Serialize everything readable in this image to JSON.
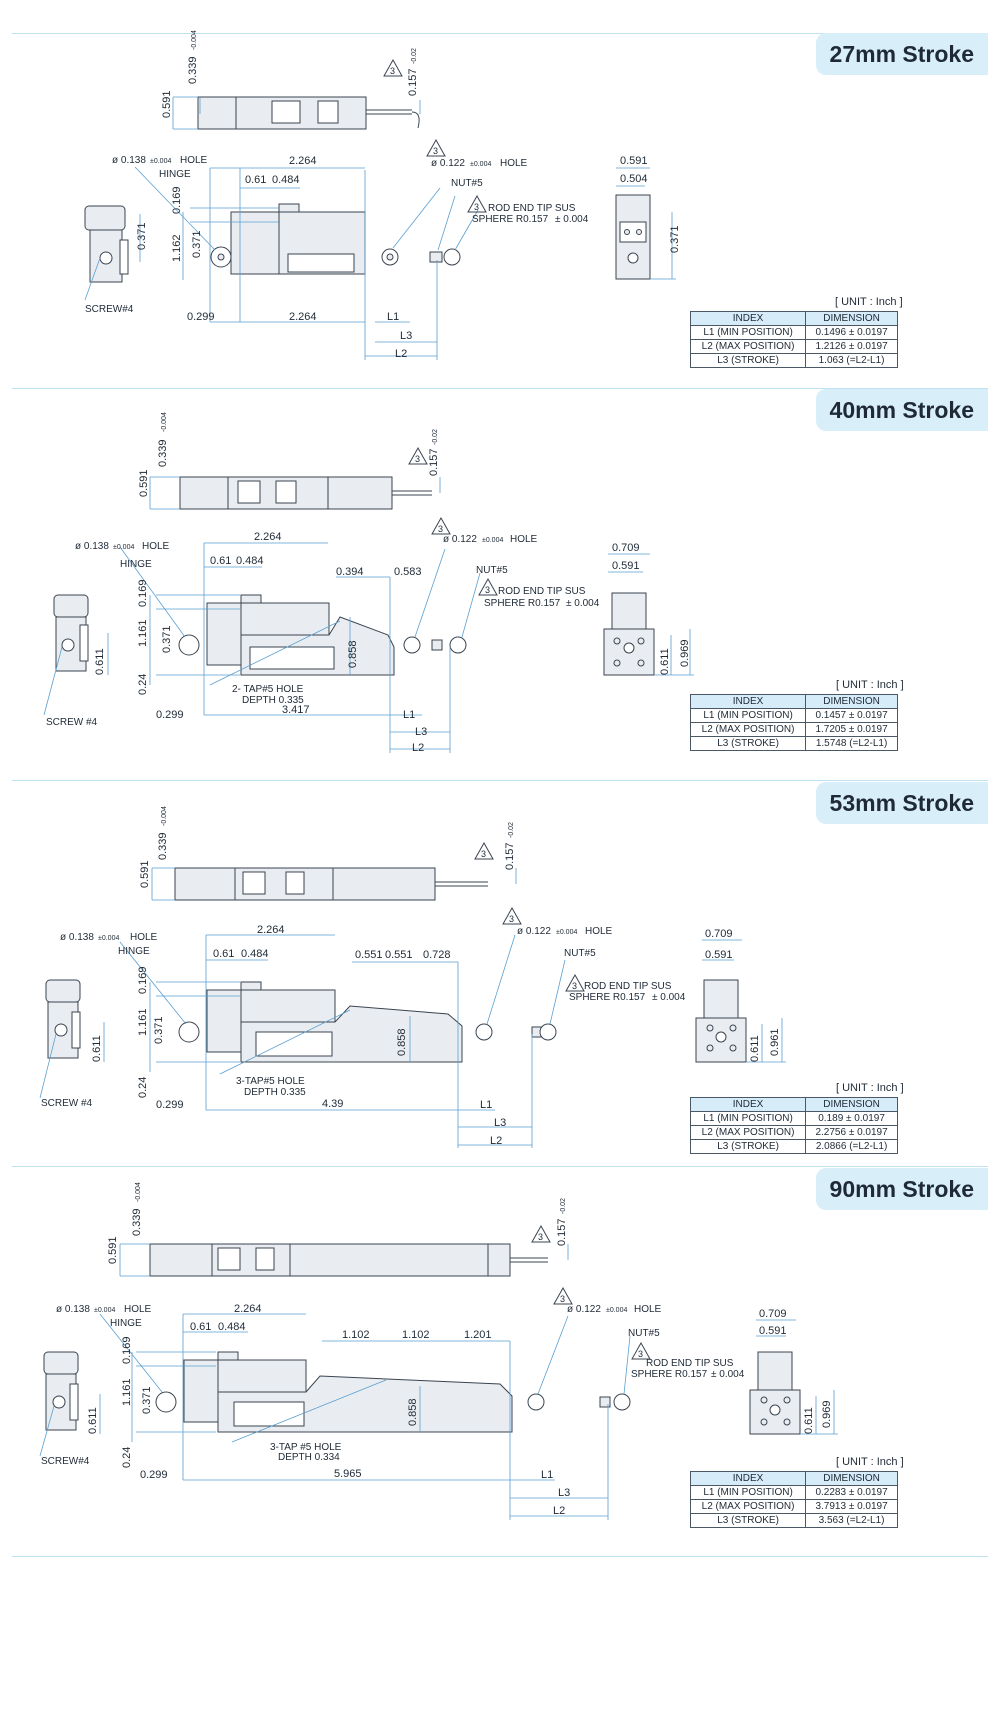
{
  "sections": [
    {
      "title": "27mm Stroke",
      "unit": "[ UNIT : Inch ]",
      "table": {
        "headers": [
          "INDEX",
          "DIMENSION"
        ],
        "rows": [
          [
            "L1 (MIN POSITION)",
            "0.1496 ± 0.0197"
          ],
          [
            "L2 (MAX POSITION)",
            "1.2126 ± 0.0197"
          ],
          [
            "L3 (STROKE)",
            "1.063 (=L2-L1)"
          ]
        ]
      },
      "labels": {
        "top_339": "0.339",
        "top_tol": "-0.004",
        "top_591": "0.591",
        "top_157": "0.157",
        "top_157_tol": "-0.02",
        "hole_dia": "ø 0.138",
        "hole_tol": "±0.004",
        "hole": "HOLE",
        "hinge": "HINGE",
        "d2264": "2.264",
        "d061": "0.61",
        "d0484": "0.484",
        "d0169": "0.169",
        "d1162": "1.162",
        "d0371": "0.371",
        "d0299": "0.299",
        "d2264b": "2.264",
        "L1": "L1",
        "L2": "L2",
        "L3": "L3",
        "rod_hole": "ø 0.122",
        "rod_tol": "±0.004",
        "rod_hole_word": "HOLE",
        "nut": "NUT#5",
        "rod_end1": "ROD END TIP SUS",
        "rod_end2": "SPHERE R0.157",
        "rod_end_tol": "± 0.004",
        "screw": "SCREW#4",
        "left_0371": "0.371",
        "right_591": "0.591",
        "right_504": "0.504",
        "right_371": "0.371",
        "tri": "3"
      }
    },
    {
      "title": "40mm Stroke",
      "unit": "[ UNIT : Inch ]",
      "table": {
        "headers": [
          "INDEX",
          "DIMENSION"
        ],
        "rows": [
          [
            "L1 (MIN POSITION)",
            "0.1457 ± 0.0197"
          ],
          [
            "L2 (MAX POSITION)",
            "1.7205 ± 0.0197"
          ],
          [
            "L3 (STROKE)",
            "1.5748 (=L2-L1)"
          ]
        ]
      },
      "labels": {
        "top_339": "0.339",
        "top_tol": "-0.004",
        "top_591": "0.591",
        "top_157": "0.157",
        "top_157_tol": "-0.02",
        "hole_dia": "ø 0.138",
        "hole_tol": "±0.004",
        "hole": "HOLE",
        "hinge": "HINGE",
        "d2264": "2.264",
        "d061": "0.61",
        "d0484": "0.484",
        "d0169": "0.169",
        "d1161": "1.161",
        "d0371": "0.371",
        "d0394": "0.394",
        "d0583": "0.583",
        "d0858": "0.858",
        "d024": "0.24",
        "tap1": "2- TAP#5 HOLE",
        "tap2": "DEPTH 0.335",
        "d0299": "0.299",
        "d3417": "3.417",
        "L1": "L1",
        "L2": "L2",
        "L3": "L3",
        "rod_hole": "ø 0.122",
        "rod_tol": "±0.004",
        "rod_hole_word": "HOLE",
        "nut": "NUT#5",
        "rod_end1": "ROD END TIP SUS",
        "rod_end2": "SPHERE R0.157",
        "rod_end_tol": "± 0.004",
        "screw": "SCREW #4",
        "left_0611": "0.611",
        "right_709": "0.709",
        "right_591": "0.591",
        "right_611": "0.611",
        "right_969": "0.969",
        "tri": "3"
      }
    },
    {
      "title": "53mm Stroke",
      "unit": "[ UNIT : Inch ]",
      "table": {
        "headers": [
          "INDEX",
          "DIMENSION"
        ],
        "rows": [
          [
            "L1 (MIN POSITION)",
            "0.189 ± 0.0197"
          ],
          [
            "L2 (MAX POSITION)",
            "2.2756 ± 0.0197"
          ],
          [
            "L3 (STROKE)",
            "2.0866 (=L2-L1)"
          ]
        ]
      },
      "labels": {
        "top_339": "0.339",
        "top_tol": "-0.004",
        "top_591": "0.591",
        "top_157": "0.157",
        "top_157_tol": "-0.02",
        "hole_dia": "ø 0.138",
        "hole_tol": "±0.004",
        "hole": "HOLE",
        "hinge": "HINGE",
        "d2264": "2.264",
        "d061": "0.61",
        "d0484": "0.484",
        "d0169": "0.169",
        "d1161": "1.161",
        "d0371": "0.371",
        "d0551a": "0.551",
        "d0551b": "0.551",
        "d0728": "0.728",
        "d0858": "0.858",
        "d024": "0.24",
        "tap1": "3-TAP#5 HOLE",
        "tap2": "DEPTH 0.335",
        "d0299": "0.299",
        "d439": "4.39",
        "L1": "L1",
        "L2": "L2",
        "L3": "L3",
        "rod_hole": "ø 0.122",
        "rod_tol": "±0.004",
        "rod_hole_word": "HOLE",
        "nut": "NUT#5",
        "rod_end1": "ROD END TIP SUS",
        "rod_end2": "SPHERE R0.157",
        "rod_end_tol": "± 0.004",
        "screw": "SCREW #4",
        "left_0611": "0.611",
        "right_709": "0.709",
        "right_591": "0.591",
        "right_611": "0.611",
        "right_961": "0.961",
        "tri": "3"
      }
    },
    {
      "title": "90mm Stroke",
      "unit": "[ UNIT : Inch ]",
      "table": {
        "headers": [
          "INDEX",
          "DIMENSION"
        ],
        "rows": [
          [
            "L1 (MIN POSITION)",
            "0.2283 ± 0.0197"
          ],
          [
            "L2 (MAX POSITION)",
            "3.7913 ± 0.0197"
          ],
          [
            "L3 (STROKE)",
            "3.563 (=L2-L1)"
          ]
        ]
      },
      "labels": {
        "top_339": "0.339",
        "top_tol": "-0.004",
        "top_591": "0.591",
        "top_157": "0.157",
        "top_157_tol": "-0.02",
        "hole_dia": "ø 0.138",
        "hole_tol": "±0.004",
        "hole": "HOLE",
        "hinge": "HINGE",
        "d2264": "2.264",
        "d061": "0.61",
        "d0484": "0.484",
        "d0169": "0.169",
        "d1161": "1.161",
        "d0371": "0.371",
        "d1102a": "1.102",
        "d1102b": "1.102",
        "d1201": "1.201",
        "d0858": "0.858",
        "d024": "0.24",
        "tap1": "3-TAP #5 HOLE",
        "tap2": "DEPTH 0.334",
        "d0299": "0.299",
        "d5965": "5.965",
        "L1": "L1",
        "L2": "L2",
        "L3": "L3",
        "rod_hole": "ø 0.122",
        "rod_tol": "±0.004",
        "rod_hole_word": "HOLE",
        "nut": "NUT#5",
        "rod_end1": "ROD END TIP SUS",
        "rod_end2": "SPHERE R0.157",
        "rod_end_tol": "± 0.004",
        "screw": "SCREW#4",
        "left_0611": "0.611",
        "right_709": "0.709",
        "right_591": "0.591",
        "right_611": "0.611",
        "right_969": "0.969",
        "tri": "3"
      }
    }
  ],
  "colors": {
    "separator": "#bfe2f3",
    "badge": "#d8eef9",
    "dim_line": "#5a9fd0",
    "part_fill": "#e9edf1",
    "part_stroke": "#3a4450",
    "table_head": "#d6ecf8"
  }
}
